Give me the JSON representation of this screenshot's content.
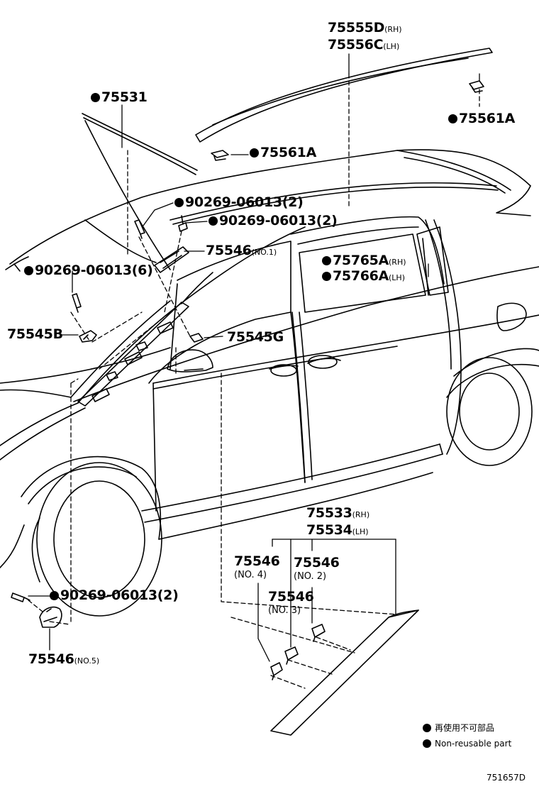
{
  "colors": {
    "ink": "#000000",
    "paper": "#ffffff"
  },
  "callouts": {
    "c75555d": {
      "pn": "75555D",
      "sfx": "(RH)"
    },
    "c75556c": {
      "pn": "75556C",
      "sfx": "(LH)"
    },
    "c75531": {
      "pn": "75531",
      "nonreusable": true
    },
    "c75561a_top": {
      "pn": "75561A",
      "nonreusable": true
    },
    "c75561a_mid": {
      "pn": "75561A",
      "nonreusable": true
    },
    "c90269_a": {
      "pn": "90269-06013(2)",
      "nonreusable": true
    },
    "c90269_b": {
      "pn": "90269-06013(2)",
      "nonreusable": true
    },
    "c75546_no1": {
      "pn": "75546",
      "sfx": "(NO.1)"
    },
    "c90269_c": {
      "pn": "90269-06013(6)",
      "nonreusable": true
    },
    "c75765a": {
      "pn": "75765A",
      "sfx": "(RH)",
      "nonreusable": true
    },
    "c75766a": {
      "pn": "75766A",
      "sfx": "(LH)",
      "nonreusable": true
    },
    "c75545b": {
      "pn": "75545B"
    },
    "c75545g": {
      "pn": "75545G"
    },
    "c75533": {
      "pn": "75533",
      "sfx": "(RH)"
    },
    "c75534": {
      "pn": "75534",
      "sfx": "(LH)"
    },
    "c75546_no4": {
      "pn": "75546",
      "sub": "(NO. 4)"
    },
    "c75546_no2": {
      "pn": "75546",
      "sub": "(NO. 2)"
    },
    "c75546_no3": {
      "pn": "75546",
      "sub": "(NO. 3)"
    },
    "c90269_d": {
      "pn": "90269-06013(2)",
      "nonreusable": true
    },
    "c75546_no5": {
      "pn": "75546",
      "sfx": "(NO.5)"
    }
  },
  "legend": {
    "japanese": "再使用不可部品",
    "english": "Non-reusable part"
  },
  "illustration_code": "751657D"
}
